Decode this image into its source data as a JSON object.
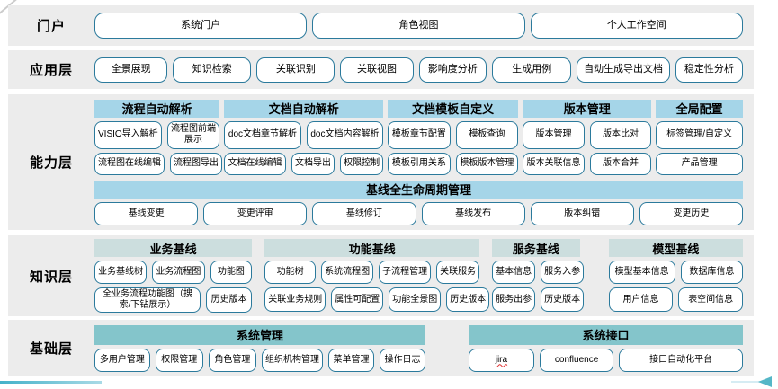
{
  "portal": {
    "label": "门户",
    "items": [
      "系统门户",
      "角色视图",
      "个人工作空间"
    ]
  },
  "application": {
    "label": "应用层",
    "items": [
      "全景展现",
      "知识检索",
      "关联识别",
      "关联视图",
      "影响度分析",
      "生成用例",
      "自动生成导出文档",
      "稳定性分析"
    ]
  },
  "capability": {
    "label": "能力层",
    "groups": [
      {
        "title": "流程自动解析",
        "rows": [
          [
            "VISIO导入解析",
            "流程图前端展示"
          ],
          [
            "流程图在线编辑",
            "流程图导出"
          ]
        ]
      },
      {
        "title": "文档自动解析",
        "rows": [
          [
            "doc文档章节解析",
            "doc文档内容解析"
          ],
          [
            "文档在线编辑",
            "文档导出",
            "权限控制"
          ]
        ]
      },
      {
        "title": "文档模板自定义",
        "rows": [
          [
            "模板章节配置",
            "模板查询"
          ],
          [
            "模板引用关系",
            "模板版本管理"
          ]
        ]
      },
      {
        "title": "版本管理",
        "rows": [
          [
            "版本管理",
            "版本比对"
          ],
          [
            "版本关联信息",
            "版本合并"
          ]
        ]
      },
      {
        "title": "全局配置",
        "rows": [
          [
            "标签管理/自定义"
          ],
          [
            "产品管理"
          ]
        ]
      }
    ],
    "baseline": {
      "title": "基线全生命周期管理",
      "items": [
        "基线变更",
        "变更评审",
        "基线修订",
        "基线发布",
        "版本纠错",
        "变更历史"
      ]
    }
  },
  "knowledge": {
    "label": "知识层",
    "groups": [
      {
        "title": "业务基线",
        "rows": [
          [
            "业务基线树",
            "业务流程图",
            "功能图"
          ],
          [
            "全业务流程功能图（搜索/下钻展示）",
            "历史版本"
          ]
        ]
      },
      {
        "title": "功能基线",
        "rows": [
          [
            "功能树",
            "系统流程图",
            "子流程管理",
            "关联服务"
          ],
          [
            "关联业务规则",
            "属性可配置",
            "功能全景图",
            "历史版本"
          ]
        ]
      },
      {
        "title": "服务基线",
        "rows": [
          [
            "基本信息",
            "服务入参"
          ],
          [
            "服务出参",
            "历史版本"
          ]
        ]
      },
      {
        "title": "模型基线",
        "rows": [
          [
            "模型基本信息",
            "数据库信息"
          ],
          [
            "用户信息",
            "表空间信息"
          ]
        ]
      }
    ]
  },
  "foundation": {
    "label": "基础层",
    "groups": [
      {
        "title": "系统管理",
        "items": [
          "多用户管理",
          "权限管理",
          "角色管理",
          "组织机构管理",
          "菜单管理",
          "操作日志"
        ]
      },
      {
        "title": "系统接口",
        "items": [
          "jira",
          "confluence",
          "接口自动化平台"
        ]
      }
    ]
  },
  "colors": {
    "band_background": "#ececec",
    "box_border": "#2b7a9c",
    "capability_header": "#a5d5e8",
    "knowledge_header": "#ccdede",
    "foundation_header": "#84c5cb",
    "misspell_underline": "#e03131",
    "decoration_teal": "#55b7c7"
  }
}
